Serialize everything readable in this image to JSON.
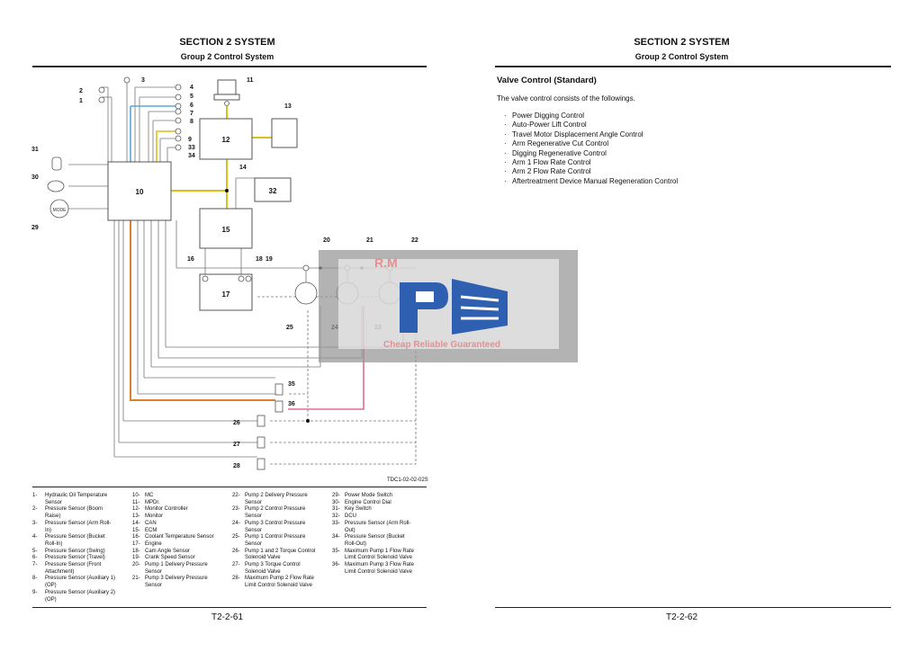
{
  "left_page": {
    "section_title": "SECTION 2 SYSTEM",
    "group_title": "Group 2 Control System",
    "figure_code": "TDC1-02-02-02S",
    "footer": "T2-2-61",
    "diagram_boxes": {
      "b10": "10",
      "b12": "12",
      "b13": "13",
      "b15": "15",
      "b17": "17",
      "b32": "32",
      "mode": "MODE"
    },
    "callouts": [
      "1",
      "2",
      "3",
      "4",
      "5",
      "6",
      "7",
      "8",
      "9",
      "33",
      "34",
      "11",
      "13",
      "14",
      "16",
      "18",
      "19",
      "20",
      "21",
      "22",
      "23",
      "24",
      "25",
      "26",
      "27",
      "28",
      "29",
      "30",
      "31",
      "35",
      "36"
    ],
    "legend": [
      [
        {
          "num": "1-",
          "text": "Hydraulic Oil Temperature Sensor"
        },
        {
          "num": "2-",
          "text": "Pressure Sensor (Boom Raise)"
        },
        {
          "num": "3-",
          "text": "Pressure Sensor (Arm Roll-In)"
        },
        {
          "num": "4-",
          "text": "Pressure Sensor (Bucket Roll-In)"
        },
        {
          "num": "5-",
          "text": "Pressure Sensor (Swing)"
        },
        {
          "num": "6-",
          "text": "Pressure Sensor (Travel)"
        },
        {
          "num": "7-",
          "text": "Pressure Sensor (Front Attachment)"
        },
        {
          "num": "8-",
          "text": "Pressure Sensor (Auxiliary 1) (OP)"
        },
        {
          "num": "9-",
          "text": "Pressure Sensor (Auxiliary 2) (OP)"
        }
      ],
      [
        {
          "num": "10-",
          "text": "MC"
        },
        {
          "num": "11-",
          "text": "MPDr."
        },
        {
          "num": "12-",
          "text": "Monitor Controller"
        },
        {
          "num": "13-",
          "text": "Monitor"
        },
        {
          "num": "14-",
          "text": "CAN"
        },
        {
          "num": "15-",
          "text": "ECM"
        },
        {
          "num": "16-",
          "text": "Coolant Temperature Sensor"
        },
        {
          "num": "17-",
          "text": "Engine"
        },
        {
          "num": "18-",
          "text": "Cam Angle Sensor"
        },
        {
          "num": "19-",
          "text": "Crank Speed Sensor"
        },
        {
          "num": "20-",
          "text": "Pump 1 Delivery Pressure Sensor"
        },
        {
          "num": "21-",
          "text": "Pump 3 Delivery Pressure Sensor"
        }
      ],
      [
        {
          "num": "22-",
          "text": "Pump 2 Delivery Pressure Sensor"
        },
        {
          "num": "23-",
          "text": "Pump 2 Control Pressure Sensor"
        },
        {
          "num": "24-",
          "text": "Pump 3 Control Pressure Sensor"
        },
        {
          "num": "25-",
          "text": "Pump 1 Control Pressure Sensor"
        },
        {
          "num": "26-",
          "text": "Pump 1 and 2 Torque Control Solenoid Valve"
        },
        {
          "num": "27-",
          "text": "Pump 3 Torque Control Solenoid Valve"
        },
        {
          "num": "28-",
          "text": "Maximum Pump 2 Flow Rate Limit Control Solenoid Valve"
        }
      ],
      [
        {
          "num": "29-",
          "text": "Power Mode Switch"
        },
        {
          "num": "30-",
          "text": "Engine Control Dial"
        },
        {
          "num": "31-",
          "text": "Key Switch"
        },
        {
          "num": "32-",
          "text": "DCU"
        },
        {
          "num": "33-",
          "text": "Pressure Sensor (Arm Roll-Out)"
        },
        {
          "num": "34-",
          "text": "Pressure Sensor (Bucket Roll-Out)"
        },
        {
          "num": "35-",
          "text": "Maximum Pump 1 Flow Rate Limit Control Solenoid Valve"
        },
        {
          "num": "36-",
          "text": "Maximum Pump 3 Flow Rate Limit Control Solenoid Valve"
        }
      ]
    ]
  },
  "right_page": {
    "section_title": "SECTION 2 SYSTEM",
    "group_title": "Group 2 Control System",
    "heading": "Valve Control (Standard)",
    "intro": "The valve control consists of the followings.",
    "bullets": [
      "Power Digging Control",
      "Auto-Power Lift Control",
      "Travel Motor Displacement Angle Control",
      "Arm Regenerative Cut Control",
      "Digging Regenerative Control",
      "Arm 1 Flow Rate Control",
      "Arm 2 Flow Rate Control",
      "Aftertreatment Device Manual Regeneration Control"
    ],
    "footer": "T2-2-62"
  },
  "watermark": {
    "logo_text": "R.M",
    "tagline": "Cheap Reliable Guaranteed"
  },
  "colors": {
    "can_line": "#d8c21a",
    "sensor_blue": "#5aa7d8",
    "orange_line": "#d9822b",
    "pink_line": "#e06a9a",
    "watermark_bg": "#9a9a9a",
    "watermark_blue": "#2f5fb0"
  }
}
